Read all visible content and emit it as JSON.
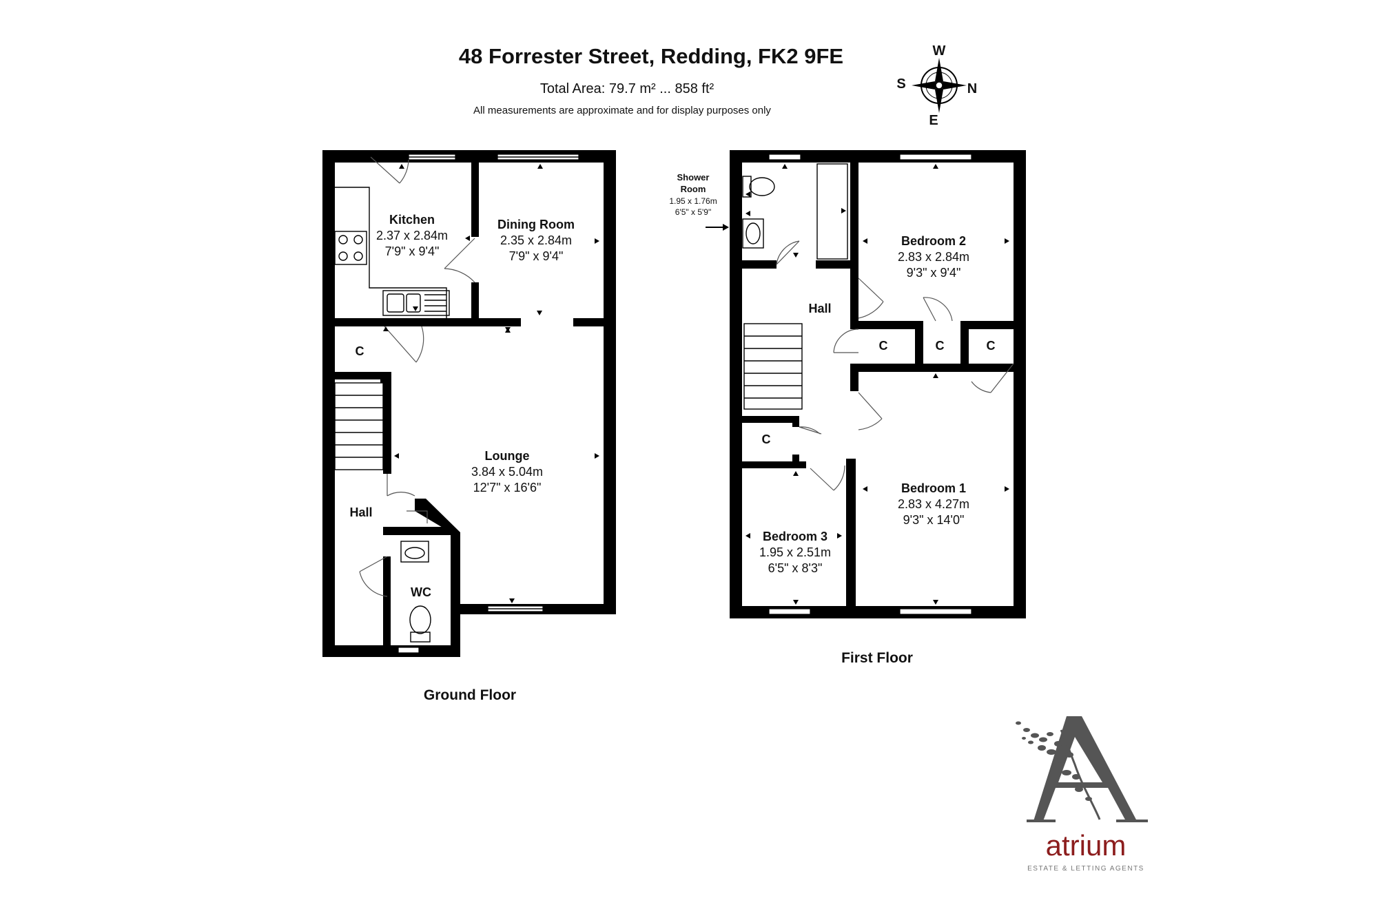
{
  "header": {
    "title": "48 Forrester Street, Redding, FK2 9FE",
    "total_area": "Total Area: 79.7 m² ... 858 ft²",
    "disclaimer": "All measurements are approximate and for display purposes only"
  },
  "compass": {
    "n": "N",
    "s": "S",
    "e": "E",
    "w": "W"
  },
  "ground_floor": {
    "label": "Ground Floor",
    "kitchen": {
      "name": "Kitchen",
      "metric": "2.37 x 2.84m",
      "imperial": "7'9\" x 9'4\""
    },
    "dining": {
      "name": "Dining Room",
      "metric": "2.35 x 2.84m",
      "imperial": "7'9\" x 9'4\""
    },
    "lounge": {
      "name": "Lounge",
      "metric": "3.84 x 5.04m",
      "imperial": "12'7\" x 16'6\""
    },
    "hall": {
      "name": "Hall"
    },
    "wc": {
      "name": "WC"
    },
    "cupboard": {
      "name": "C"
    }
  },
  "first_floor": {
    "label": "First Floor",
    "shower": {
      "name_line1": "Shower",
      "name_line2": "Room",
      "metric": "1.95 x 1.76m",
      "imperial": "6'5\" x 5'9\""
    },
    "bedroom2": {
      "name": "Bedroom 2",
      "metric": "2.83 x 2.84m",
      "imperial": "9'3\" x 9'4\""
    },
    "bedroom1": {
      "name": "Bedroom 1",
      "metric": "2.83 x 4.27m",
      "imperial": "9'3\" x 14'0\""
    },
    "bedroom3": {
      "name": "Bedroom 3",
      "metric": "1.95 x 2.51m",
      "imperial": "6'5\" x 8'3\""
    },
    "hall": {
      "name": "Hall"
    },
    "cupboard_a": {
      "name": "C"
    },
    "cupboard_b": {
      "name": "C"
    },
    "cupboard_c": {
      "name": "C"
    },
    "cupboard_d": {
      "name": "C"
    }
  },
  "branding": {
    "logo_text": "atrium",
    "tagline": "ESTATE & LETTING AGENTS",
    "logo_color": "#8c1d1d",
    "logo_letter_color": "#555555"
  }
}
